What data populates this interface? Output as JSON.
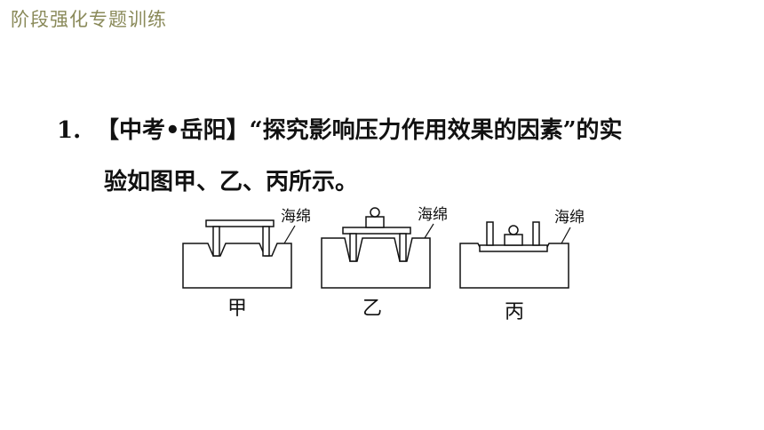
{
  "header": {
    "title": "阶段强化专题训练"
  },
  "question": {
    "number": "1.",
    "text_line1": "【中考•岳阳】“探究影响压力作用效果的因素”的实",
    "text_line2": "验如图甲、乙、丙所示。"
  },
  "figure": {
    "panels": [
      {
        "caption": "甲",
        "label": "海绵"
      },
      {
        "caption": "乙",
        "label": "海绵"
      },
      {
        "caption": "丙",
        "label": "海绵"
      }
    ]
  }
}
